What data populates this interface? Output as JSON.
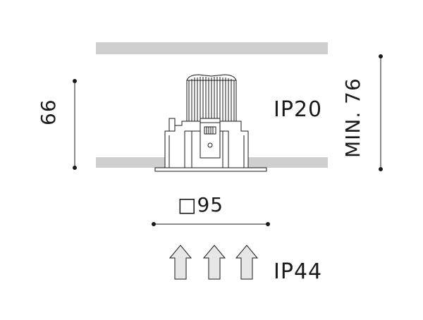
{
  "labels": {
    "ip_rating_top": "IP20",
    "ip_rating_bottom": "IP44",
    "width_dim": "□95",
    "height_dim": "66",
    "min_depth_dim": "MIN. 76"
  },
  "colors": {
    "line": "#1a1a1a",
    "ceiling": "#cfcfcf",
    "arrow_fill": "#e6e6e6"
  }
}
